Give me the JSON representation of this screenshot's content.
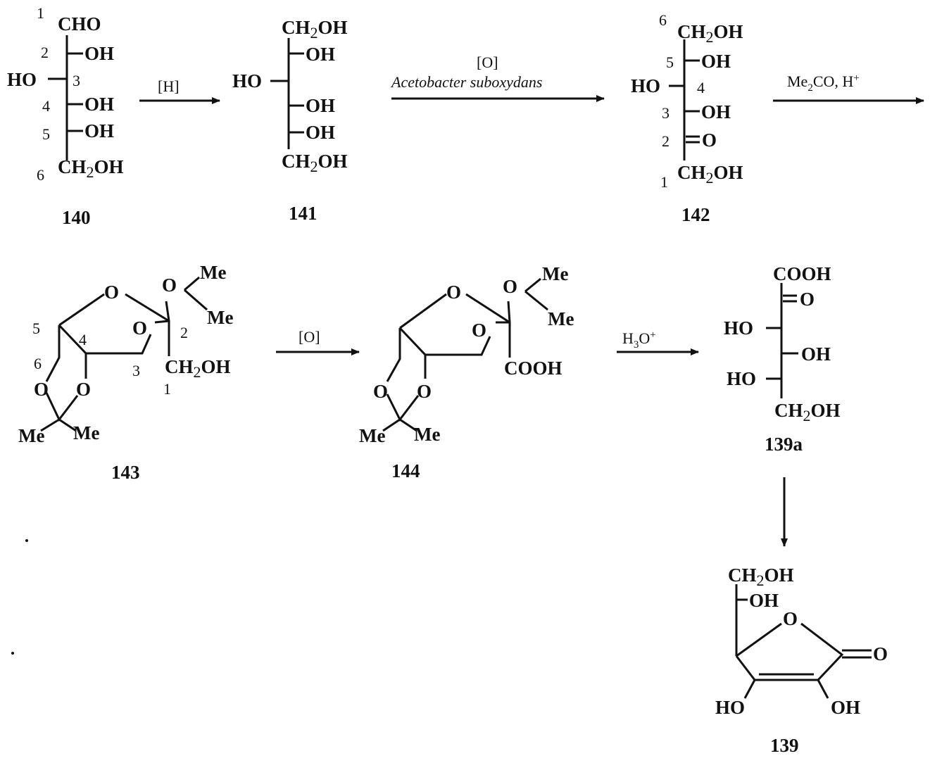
{
  "compounds": {
    "c140": {
      "id": "140",
      "cho": "CHO",
      "oh2": "OH",
      "ho3": "HO",
      "oh4": "OH",
      "oh5": "OH",
      "ch2oh6": "CH",
      "locants": [
        "1",
        "2",
        "3",
        "4",
        "5",
        "6"
      ]
    },
    "c141": {
      "id": "141",
      "top": "CH",
      "oh_a": "OH",
      "ho": "HO",
      "oh_b": "OH",
      "oh_c": "OH",
      "bottom": "CH"
    },
    "c142": {
      "id": "142",
      "top": "CH",
      "oh5": "OH",
      "ho4": "HO",
      "oh3": "OH",
      "keto": "O",
      "bottom": "CH",
      "locants": [
        "6",
        "5",
        "4",
        "3",
        "2",
        "1"
      ]
    },
    "c143": {
      "id": "143",
      "o_ring": "O",
      "o_right": "O",
      "o_mid": "O",
      "me_a": "Me",
      "me_b": "Me",
      "ch2oh": "CH",
      "o_left1": "O",
      "o_left2": "O",
      "me_c": "Me",
      "me_d": "Me",
      "locants": [
        "5",
        "4",
        "2",
        "6",
        "3",
        "1"
      ]
    },
    "c144": {
      "id": "144",
      "o_ring": "O",
      "o_right": "O",
      "o_mid": "O",
      "me_a": "Me",
      "me_b": "Me",
      "cooh": "COOH",
      "o_left1": "O",
      "o_left2": "O",
      "me_c": "Me",
      "me_d": "Me"
    },
    "c139a": {
      "id": "139a",
      "cooh": "COOH",
      "keto": "O",
      "ho_a": "HO",
      "oh": "OH",
      "ho_b": "HO",
      "ch2oh": "CH"
    },
    "c139": {
      "id": "139",
      "ch2oh": "CH",
      "oh": "OH",
      "o_ring": "O",
      "o_keto": "O",
      "ho": "HO",
      "oh2": "OH"
    }
  },
  "reagents": {
    "r1": "[H]",
    "r2_top": "[O]",
    "r2_bottom": "Acetobacter suboxydans",
    "r3_a": "Me",
    "r3_sub": "2",
    "r3_b": "CO, H",
    "r3_sup": "+",
    "r4": "[O]",
    "r5_a": "H",
    "r5_sub": "3",
    "r5_b": "O",
    "r5_sup": "+"
  },
  "ch2oh_tail": {
    "sub": "2",
    "rest": "OH"
  }
}
